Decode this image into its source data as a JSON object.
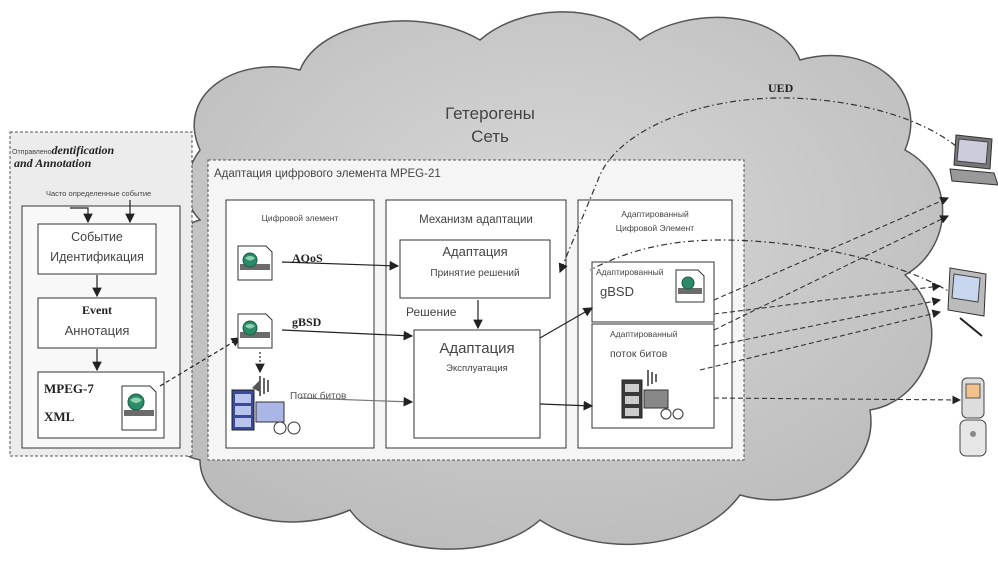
{
  "cloud": {
    "title_line1": "Гетерогены",
    "title_line2": "Сеть"
  },
  "ued_label": "UED",
  "left_panel": {
    "title_prefix": "Отправлено",
    "title_italic1": "dentification",
    "title_italic2": "and Annotation",
    "subtitle": "Часто определенные событие",
    "box1_line1": "Событие",
    "box1_line2": "Идентификация",
    "box2_line1": "Event",
    "box2_line2": "Аннотация",
    "box3_line1": "MPEG-7",
    "box3_line2": "XML"
  },
  "mpeg21": {
    "title": "Адаптация цифрового элемента MPEG-21",
    "col1": {
      "title": "Цифровой элемент",
      "aqos": "AQoS",
      "gbsd": "gBSD",
      "stream": "Поток битов"
    },
    "col2": {
      "title": "Механизм адаптации",
      "box1_line1": "Адаптация",
      "box1_line2": "Принятие решений",
      "decision": "Решение",
      "box2_line1": "Адаптация",
      "box2_line2": "Эксплуатация"
    },
    "col3": {
      "title_line1": "Адаптированный",
      "title_line2": "Цифровой Элемент",
      "box1_line1": "Адаптированный",
      "box1_line2": "gBSD",
      "box2_line1": "Адаптированный",
      "box2_line2": "поток битов"
    }
  },
  "devices": [
    "laptop-icon",
    "pda-icon",
    "mobile-phone-icon"
  ],
  "colors": {
    "cloud_fill": "#c9c9c9",
    "cloud_stroke": "#555555",
    "doc_globe": "#2a8a6a",
    "arrow": "#222222"
  }
}
